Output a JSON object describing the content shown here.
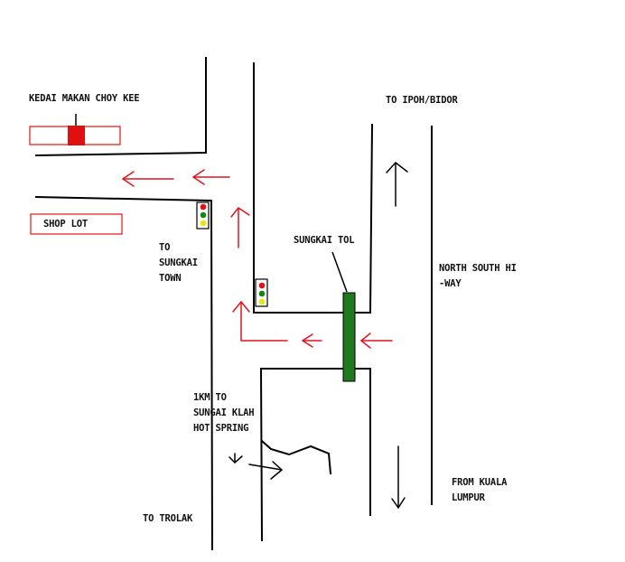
{
  "labels": {
    "kedai": "KEDAI MAKAN CHOY KEE",
    "shop_lot": "SHOP LOT",
    "to_sungkai_town_1": "TO",
    "to_sungkai_town_2": "SUNGKAI",
    "to_sungkai_town_3": "TOWN",
    "sungkai_tol": "SUNGKAI TOL",
    "to_ipoh": "TO IPOH/BIDOR",
    "north_south_1": "NORTH SOUTH HI",
    "north_south_2": "-WAY",
    "hot_spring_1": "1KM TO",
    "hot_spring_2": "SUNGAI KLAH",
    "hot_spring_3": "HOT SPRING",
    "to_trolak": "TO TROLAK",
    "from_kl_1": "FROM KUALA",
    "from_kl_2": "LUMPUR"
  },
  "icons": {
    "traffic_light": "traffic-light-icon",
    "toll_booth": "toll-booth-icon",
    "restaurant_marker": "restaurant-marker-icon"
  },
  "colors": {
    "background": "#ffffff",
    "road": "#000000",
    "arrow": "#e0141c",
    "toll": "#1f7a1f",
    "marker": "#e01010",
    "light_red": "#e81010",
    "light_green": "#0e8a12",
    "light_yellow": "#e6e612"
  }
}
